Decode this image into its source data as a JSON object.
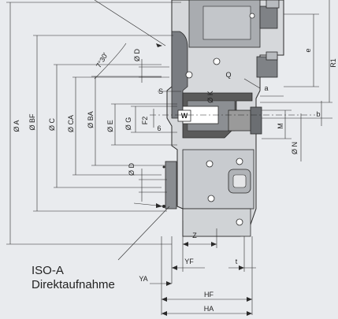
{
  "drawing": {
    "colors": {
      "background": "#e9ebee",
      "line": "#2a2a2a",
      "body_dark": "#5a5a5a",
      "body_mid": "#9a9a9a",
      "body_light": "#d6d8db"
    },
    "dim_labels": {
      "oA": "Ø A",
      "oBF": "Ø BF",
      "oC": "Ø C",
      "oCA": "Ø CA",
      "oBA": "Ø BA",
      "oE": "Ø E",
      "oG": "Ø G",
      "F2": "F2",
      "six": "6",
      "W": "W",
      "S": "S",
      "oD_top": "Ø D",
      "oD_bottom": "Ø D",
      "angle": "7°30'",
      "oK": "Ø K",
      "Q": "Q",
      "a": "a",
      "b": "b",
      "M": "M",
      "oN": "Ø N",
      "e": "e",
      "R1": "R1",
      "Z": "Z",
      "YF": "YF",
      "YA": "YA",
      "t": "t",
      "HF": "HF",
      "HA": "HA"
    },
    "callout": {
      "line1": "ISO-A",
      "line2": "Direktaufnahme"
    }
  }
}
